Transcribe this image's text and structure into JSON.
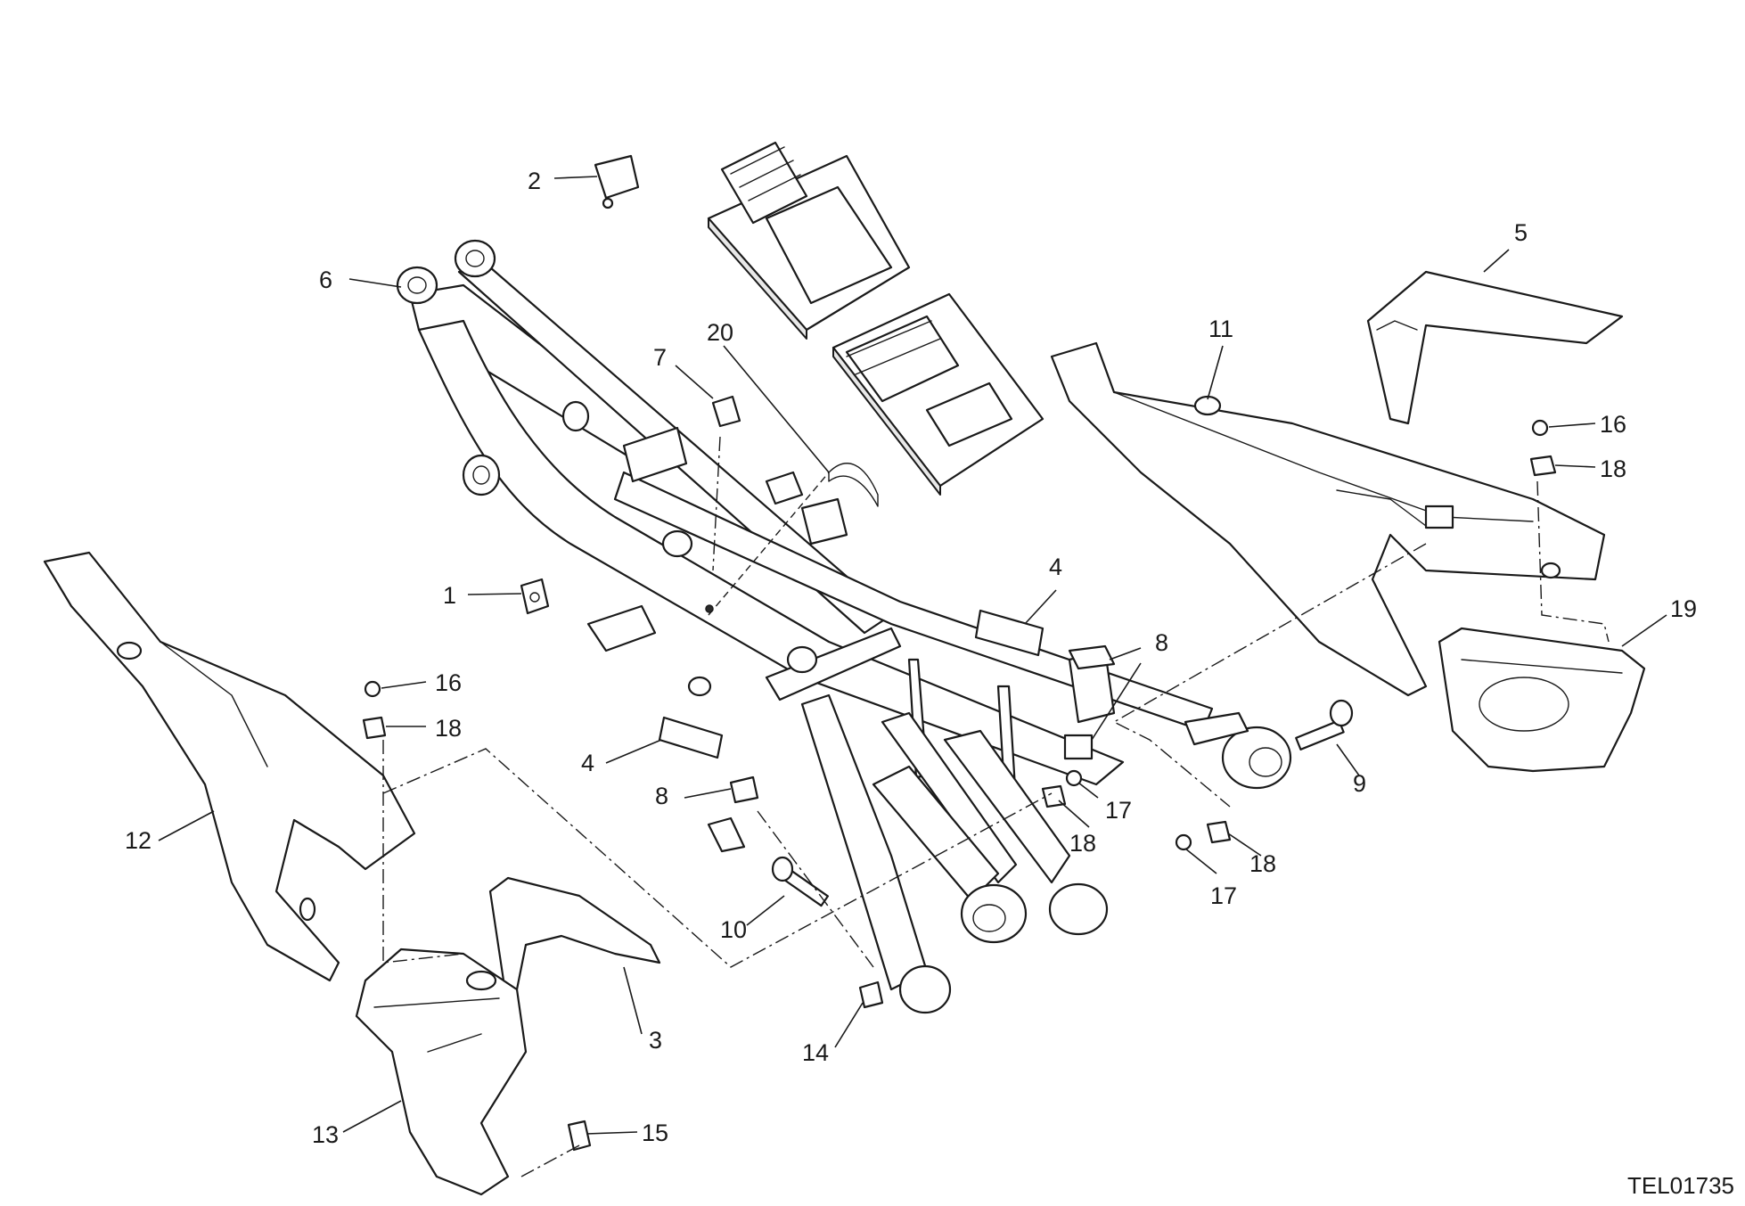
{
  "diagram": {
    "reference_code": "TEL01735",
    "callouts": [
      {
        "id": "c1",
        "label": "1"
      },
      {
        "id": "c2",
        "label": "2"
      },
      {
        "id": "c3",
        "label": "3"
      },
      {
        "id": "c4a",
        "label": "4"
      },
      {
        "id": "c4b",
        "label": "4"
      },
      {
        "id": "c5",
        "label": "5"
      },
      {
        "id": "c6",
        "label": "6"
      },
      {
        "id": "c7",
        "label": "7"
      },
      {
        "id": "c8a",
        "label": "8"
      },
      {
        "id": "c8b",
        "label": "8"
      },
      {
        "id": "c9",
        "label": "9"
      },
      {
        "id": "c10",
        "label": "10"
      },
      {
        "id": "c11",
        "label": "11"
      },
      {
        "id": "c12",
        "label": "12"
      },
      {
        "id": "c13",
        "label": "13"
      },
      {
        "id": "c14",
        "label": "14"
      },
      {
        "id": "c15",
        "label": "15"
      },
      {
        "id": "c16a",
        "label": "16"
      },
      {
        "id": "c16b",
        "label": "16"
      },
      {
        "id": "c17a",
        "label": "17"
      },
      {
        "id": "c17b",
        "label": "17"
      },
      {
        "id": "c18a",
        "label": "18"
      },
      {
        "id": "c18b",
        "label": "18"
      },
      {
        "id": "c18c",
        "label": "18"
      },
      {
        "id": "c18d",
        "label": "18"
      },
      {
        "id": "c19",
        "label": "19"
      },
      {
        "id": "c20",
        "label": "20"
      }
    ]
  }
}
